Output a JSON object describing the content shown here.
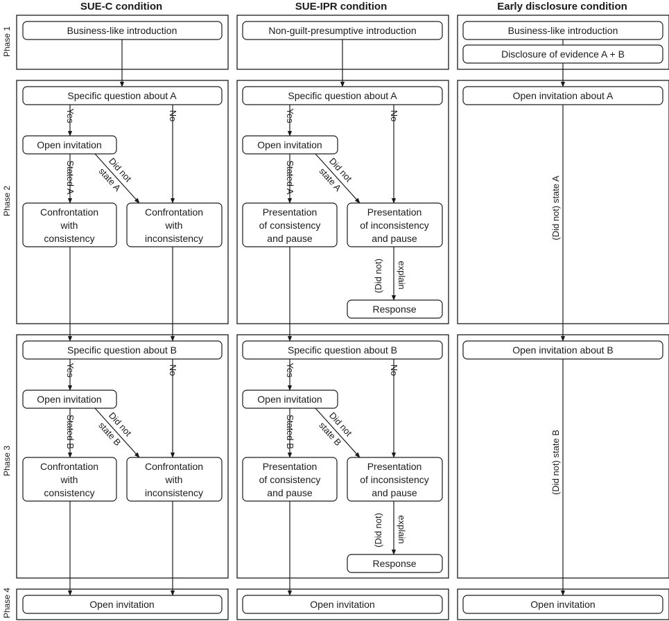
{
  "headers": [
    "SUE-C condition",
    "SUE-IPR condition",
    "Early disclosure condition"
  ],
  "phases": [
    "Phase 1",
    "Phase 2",
    "Phase 3",
    "Phase 4"
  ],
  "intro": {
    "sue_c": "Business-like introduction",
    "sue_ipr": "Non-guilt-presumptive introduction",
    "early": "Business-like introduction",
    "early_disclosure": "Disclosure of evidence A + B"
  },
  "questions": {
    "a": "Specific question about A",
    "b": "Specific question about B"
  },
  "open_invitation": "Open invitation",
  "open_invitation_about": {
    "a": "Open invitation about A",
    "b": "Open invitation about B"
  },
  "branch": {
    "yes": "Yes",
    "no": "No",
    "stated_a": "Stated A",
    "stated_b": "Stated B",
    "did_not": "Did not",
    "state_a": "state A",
    "state_b": "state B",
    "did_not_paren": "(Did not)",
    "explain": "explain",
    "did_not_state_a": "(Did not) state A",
    "did_not_state_b": "(Did not) state B"
  },
  "confrontation": {
    "line1": "Confrontation",
    "line2": "with",
    "consistency": "consistency",
    "inconsistency": "inconsistency"
  },
  "presentation": {
    "line1": "Presentation",
    "of_consistency": "of consistency",
    "of_inconsistency": "of inconsistency",
    "and_pause": "and pause"
  },
  "response": "Response"
}
